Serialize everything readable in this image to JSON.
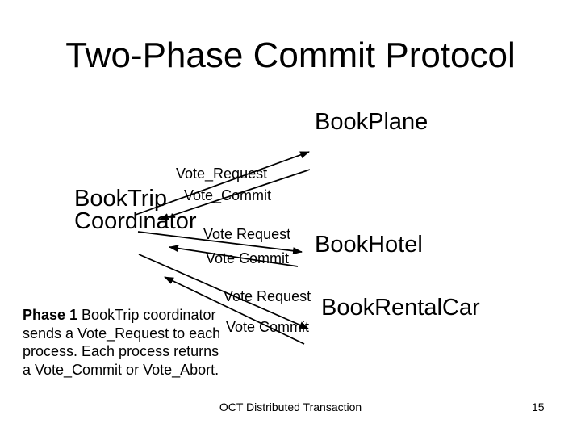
{
  "slide": {
    "title": "Two-Phase Commit Protocol",
    "nodes": {
      "plane": "BookPlane",
      "coordinator_line1": "BookTrip",
      "coordinator_line2": "Coordinator",
      "hotel": "BookHotel",
      "rentalcar": "BookRentalCar"
    },
    "arrow_labels": {
      "top_request": "Vote_Request",
      "top_commit": "Vote_Commit",
      "mid_request": "Vote Request",
      "mid_commit": "Vote Commit",
      "bot_request": "Vote Request",
      "bot_commit": "Vote Commit"
    },
    "note": {
      "line1_bold": "Phase 1",
      "line1_rest": " BookTrip coordinator",
      "line2": "sends a Vote_Request to each",
      "line3": "process. Each process returns",
      "line4": "a Vote_Commit or Vote_Abort."
    },
    "footer": {
      "text": "OCT Distributed Transaction",
      "page": "15"
    },
    "colors": {
      "text": "#000000",
      "background": "#ffffff"
    }
  }
}
